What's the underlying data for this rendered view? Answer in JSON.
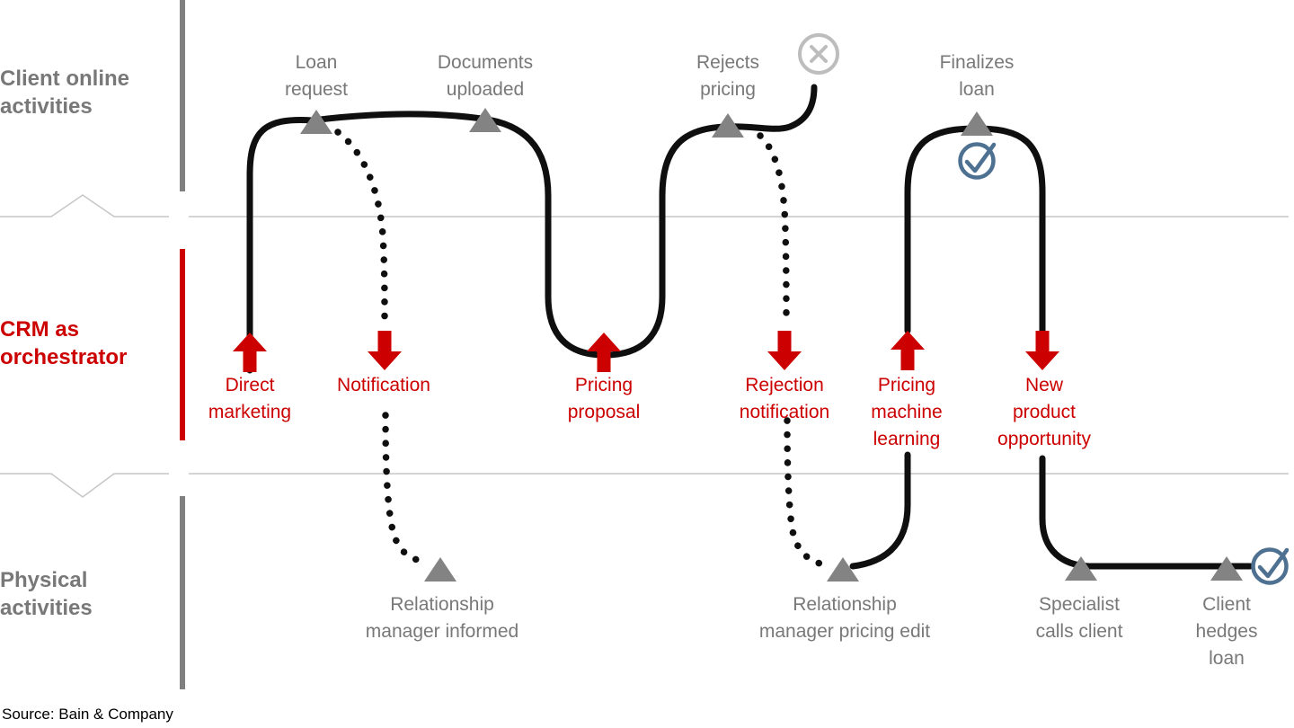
{
  "colors": {
    "red": "#cc0000",
    "gray_text": "#787878",
    "gray_shape": "#838383",
    "path_black": "#0f0f0f",
    "divider": "#c6c6c6",
    "icon_gray": "#bdbdbd",
    "icon_blue": "#4e7191"
  },
  "lanes": {
    "client": {
      "label": "Client online\nactivities"
    },
    "crm": {
      "label": "CRM as\norchestrator"
    },
    "physical": {
      "label": "Physical\nactivities"
    }
  },
  "client_nodes": [
    {
      "label": "Loan\nrequest"
    },
    {
      "label": "Documents\nuploaded"
    },
    {
      "label": "Rejects\npricing"
    },
    {
      "label": "Finalizes\nloan"
    }
  ],
  "crm_nodes": [
    {
      "label": "Direct\nmarketing",
      "direction": "up"
    },
    {
      "label": "Notification",
      "direction": "down"
    },
    {
      "label": "Pricing\nproposal",
      "direction": "up"
    },
    {
      "label": "Rejection\nnotification",
      "direction": "down"
    },
    {
      "label": "Pricing\nmachine\nlearning",
      "direction": "up"
    },
    {
      "label": "New\nproduct\nopportunity",
      "direction": "down"
    }
  ],
  "physical_nodes": [
    {
      "label": "Relationship\nmanager informed"
    },
    {
      "label": "Relationship\nmanager pricing edit"
    },
    {
      "label": "Specialist\ncalls client"
    },
    {
      "label": "Client\nhedges loan"
    }
  ],
  "icons": {
    "reject": "circle-x-icon",
    "finalize_check": "circle-check-icon",
    "hedge_check": "circle-check-icon"
  },
  "source": "Source: Bain & Company"
}
